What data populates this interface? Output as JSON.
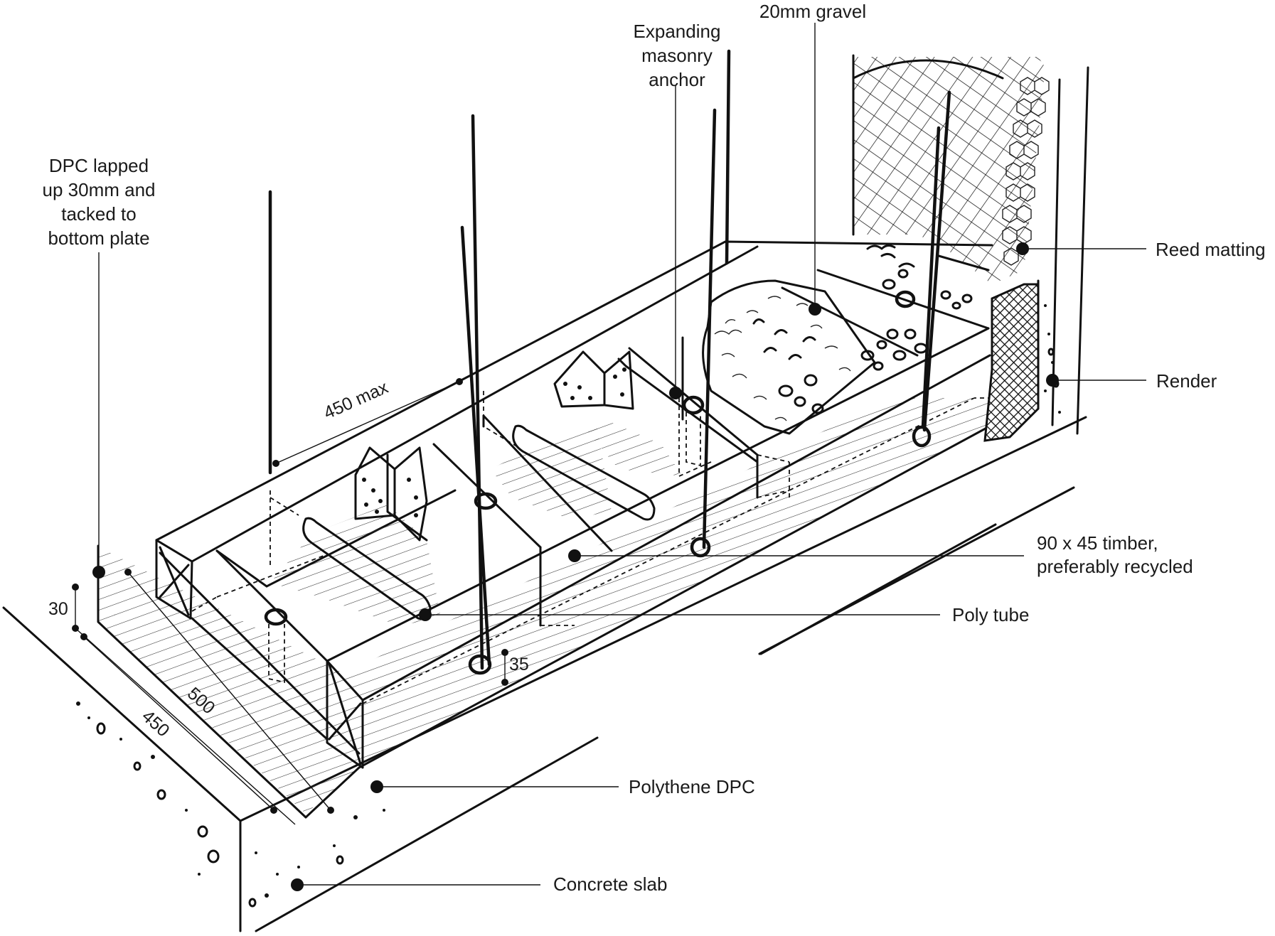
{
  "labels": {
    "dpc_lapped": [
      "DPC lapped",
      "up 30mm and",
      "tacked to",
      "bottom plate"
    ],
    "expanding_anchor": [
      "Expanding",
      "masonry",
      "anchor"
    ],
    "gravel": "20mm gravel",
    "reed_matting": "Reed matting",
    "render": "Render",
    "timber": [
      "90 x 45 timber,",
      "preferably recycled"
    ],
    "poly_tube": "Poly tube",
    "polythene_dpc": "Polythene DPC",
    "concrete_slab": "Concrete slab"
  },
  "dimensions": {
    "spacing": "450 max",
    "dpc_lap": "30",
    "inner_width": "500",
    "outer_width": "450",
    "tube_height": "35"
  }
}
